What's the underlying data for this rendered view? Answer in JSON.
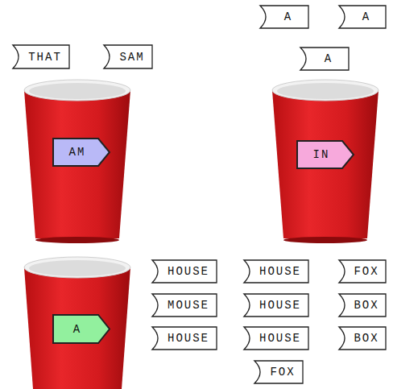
{
  "diagram": {
    "nodes": [
      {
        "text": [
          "A"
        ]
      },
      {
        "text": [
          "A"
        ]
      },
      {
        "text": [
          "THAT"
        ]
      },
      {
        "text": [
          "SAM"
        ]
      },
      {
        "text": [
          "A"
        ]
      },
      {
        "text": [
          "AM"
        ]
      },
      {
        "text": [
          "IN"
        ]
      },
      {
        "text": [
          "A"
        ]
      },
      {
        "text": [
          "HOUSE"
        ]
      },
      {
        "text": [
          "HOUSE"
        ]
      },
      {
        "text": [
          "FOX"
        ]
      },
      {
        "text": [
          "MOUSE"
        ]
      },
      {
        "text": [
          "HOUSE"
        ]
      },
      {
        "text": [
          "BOX"
        ]
      },
      {
        "text": [
          "HOUSE"
        ]
      },
      {
        "text": [
          "HOUSE"
        ]
      },
      {
        "text": [
          "BOX"
        ]
      },
      {
        "text": [
          "FOX"
        ]
      }
    ]
  }
}
